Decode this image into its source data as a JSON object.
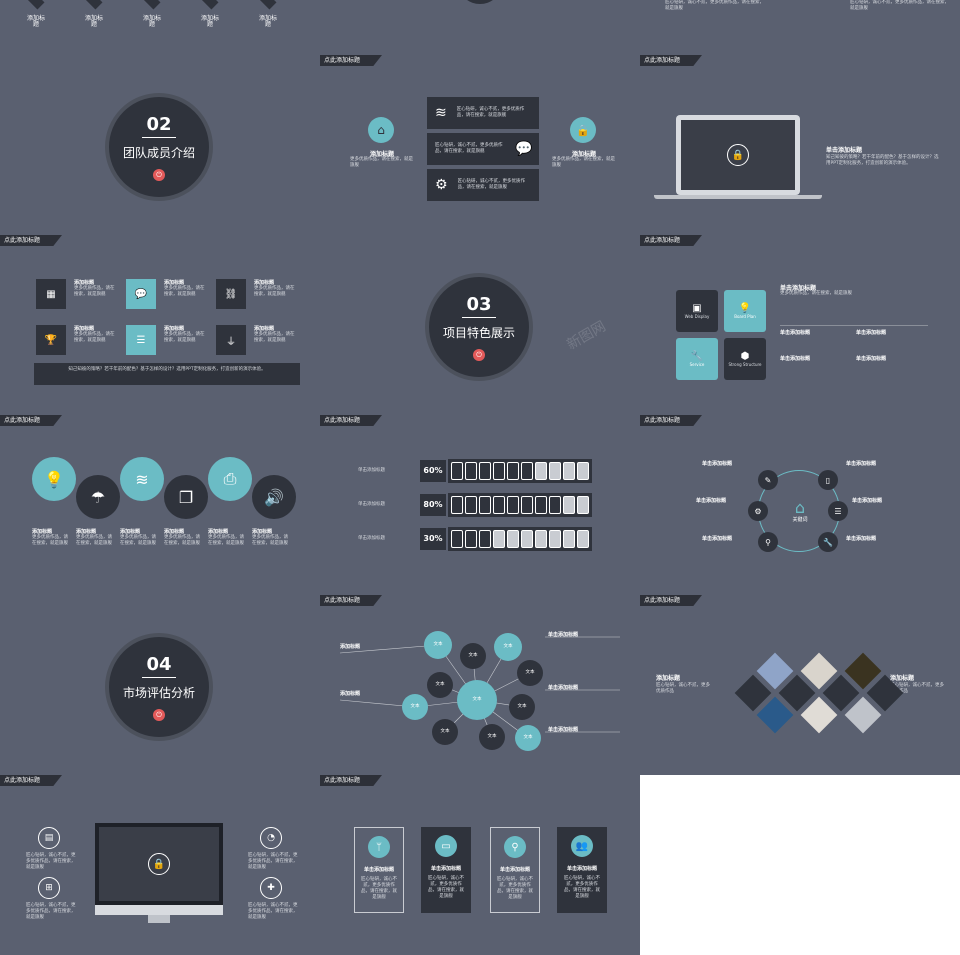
{
  "top_strip": {
    "labels": [
      "添加标题",
      "添加标题",
      "添加标题",
      "添加标题",
      "添加标题"
    ]
  },
  "tag": "点此添加标题",
  "s_team": {
    "num": "02",
    "title": "团队成员介绍"
  },
  "s_feature": {
    "num": "03",
    "title": "项目特色展示"
  },
  "s_market": {
    "num": "04",
    "title": "市场评估分析"
  },
  "s_wifi": {
    "left_title": "添加标题",
    "left_text": "更多优质作品，请在搜索，就是旗舰",
    "right_title": "添加标题",
    "right_text": "更多优质作品，请在搜索，就是旗舰",
    "box_text": "匠心钻研，诚心不贰，更多优质作品，请在搜索，就是旗舰"
  },
  "s_laptop": {
    "title": "单击添加标题",
    "text": "知己知彼的策略？若干年前的配色？基于怎样的设计？选用PPT定制化服务，打造创新的演示体验。"
  },
  "s_grid6": {
    "title": "添加标题",
    "text": "更多优质作品，请在搜索，就是旗舰",
    "footer": "知己知彼的策略？若干年前的配色？基于怎样的设计？选用PPT定制化服务，打造创新的演示体验。"
  },
  "s_tiles": {
    "tiles": [
      "Web Display",
      "Board Plan",
      "Service",
      "Strong Structure"
    ],
    "title": "单击添加标题",
    "sub": "单击添加标题"
  },
  "s_circles": {
    "title": "添加标题",
    "text": "更多优质作品，请在搜索，就是旗舰"
  },
  "s_bars": {
    "title": "单击添加标题",
    "rows": [
      {
        "pct": "60%",
        "fill": 0.6
      },
      {
        "pct": "80%",
        "fill": 0.8
      },
      {
        "pct": "30%",
        "fill": 0.3
      }
    ]
  },
  "s_key": {
    "center": "关键词",
    "title": "单击添加标题"
  },
  "s_net": {
    "title": "添加标题",
    "node": "文本",
    "side": "单击添加标题"
  },
  "s_diamond": {
    "left": "添加标题",
    "right": "添加标题",
    "text": "匠心钻研，诚心不贰，更多优质作品"
  },
  "s_monitor": {
    "text": "匠心钻研，诚心不贰，更多优质作品，请在搜索，就是旗舰"
  },
  "s_cards": {
    "title": "单击添加标题",
    "text": "匠心钻研，诚心不贰，更多优质作品，请在搜索，就是旗舰"
  },
  "watermark": "新图网"
}
